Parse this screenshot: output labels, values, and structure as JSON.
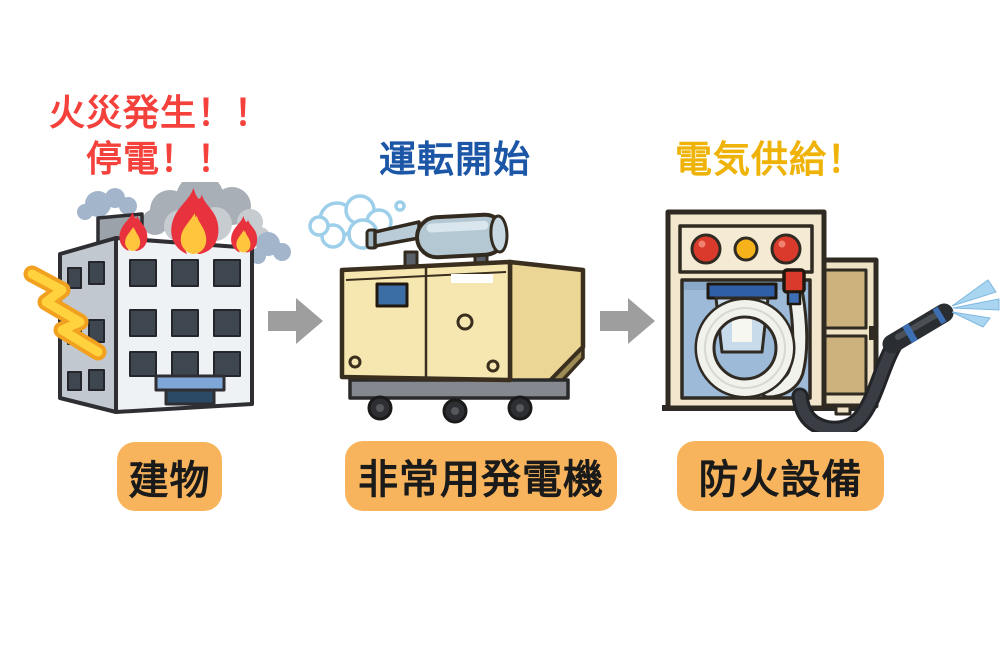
{
  "steps": [
    {
      "illustration": "burning-building",
      "status_lines": [
        "火災発生！！",
        "停電！！"
      ],
      "label": "建物"
    },
    {
      "illustration": "emergency-generator",
      "status_lines": [
        "運転開始"
      ],
      "label": "非常用発電機"
    },
    {
      "illustration": "fire-protection-equipment",
      "status_lines": [
        "電気供給！"
      ],
      "label": "防火設備"
    }
  ],
  "colors": {
    "fire_status_text": "#F5413C",
    "generator_status_text": "#1C56A7",
    "supply_status_text": "#EFB206",
    "label_background": "#F8B45C",
    "label_text": "#1A1A1A",
    "arrow": "#9E9E9E",
    "background": "#FFFFFF",
    "flame_red": "#E8333F",
    "flame_yellow": "#FFC53D",
    "water_blue": "#A9D5F0"
  }
}
